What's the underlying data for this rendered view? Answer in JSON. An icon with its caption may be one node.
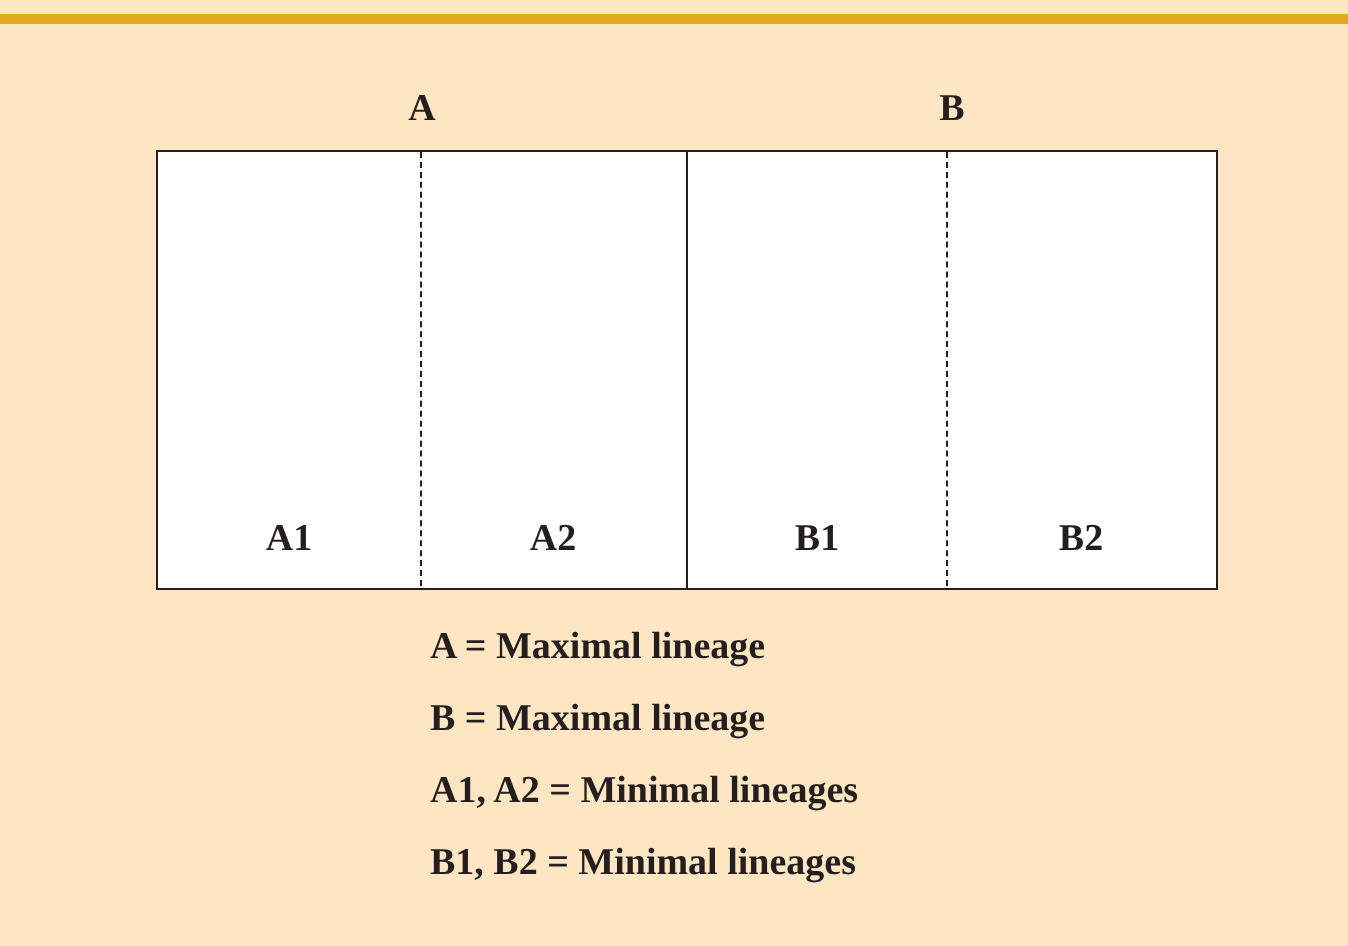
{
  "diagram": {
    "nodes": [
      {
        "text": [
          "A"
        ]
      },
      {
        "text": [
          "A1"
        ],
        "in": 0
      },
      {
        "text": [
          "A2"
        ],
        "in": 0
      },
      {
        "text": [
          "B"
        ]
      },
      {
        "text": [
          "B1"
        ],
        "in": 3
      },
      {
        "text": [
          "B2"
        ],
        "in": 3
      }
    ],
    "labels": [
      "A = Maximal lineage",
      "B = Maximal lineage",
      "A1, A2 = Minimal lineages",
      "B1, B2 = Minimal lineages"
    ]
  }
}
